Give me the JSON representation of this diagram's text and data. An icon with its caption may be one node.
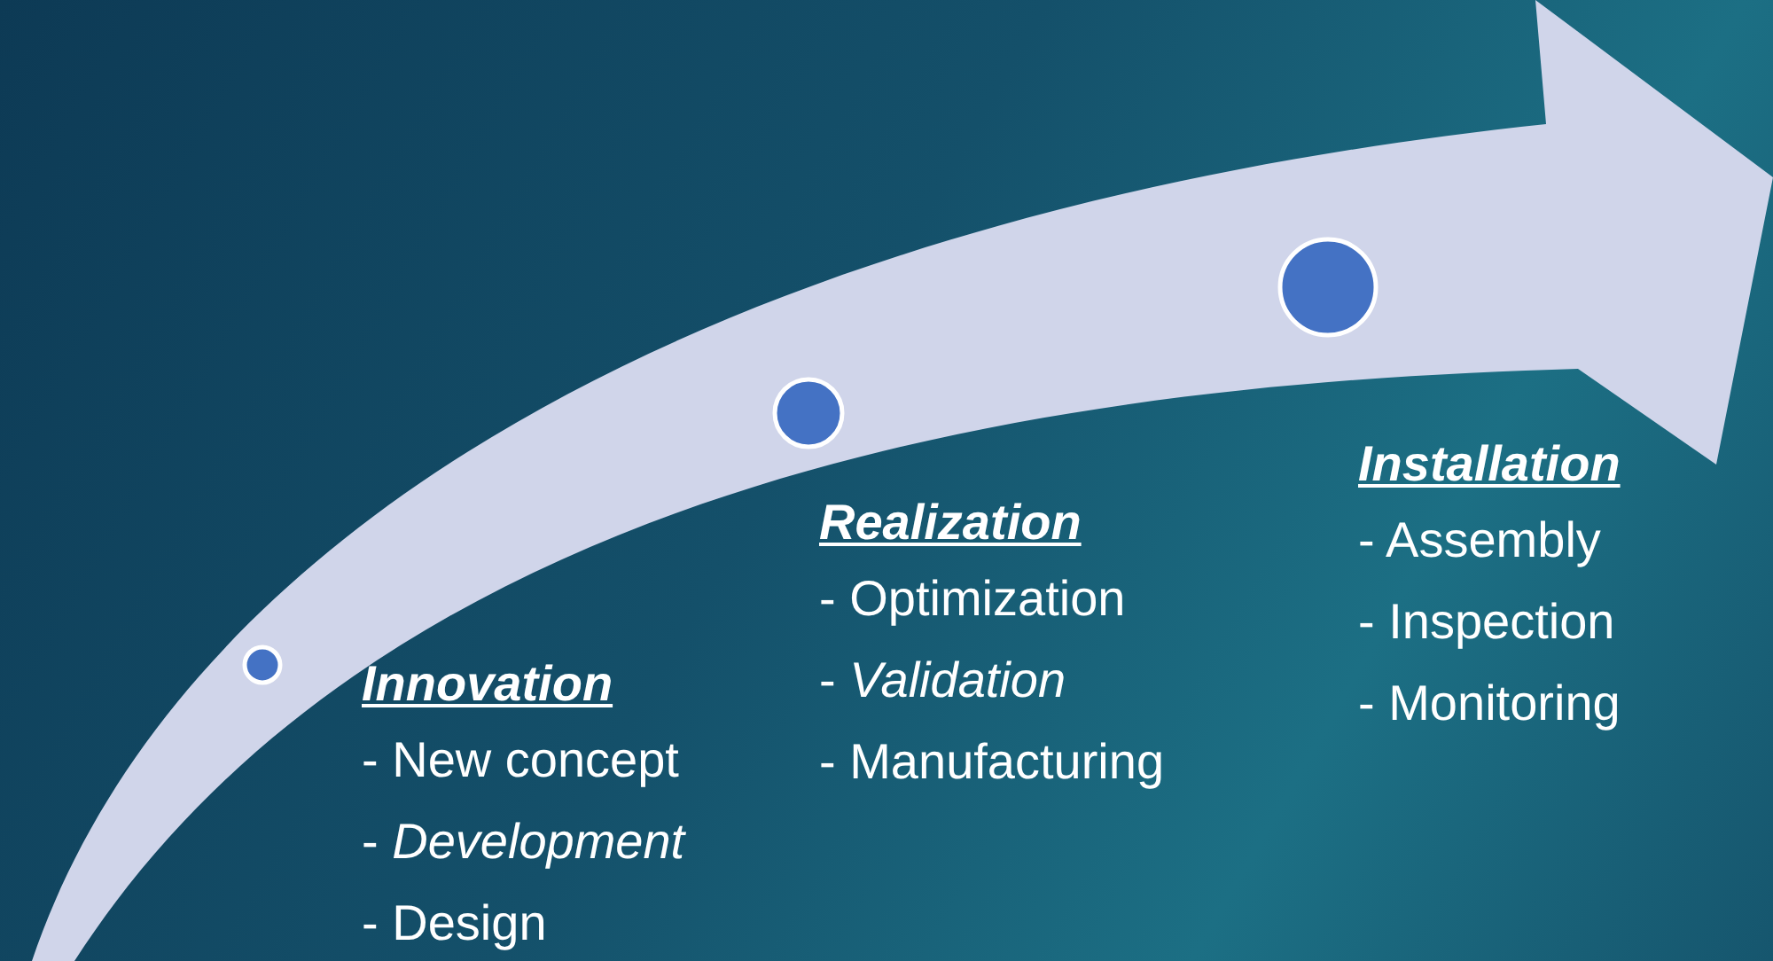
{
  "diagram": {
    "nodes": [
      {
        "text": [
          "Innovation",
          "- New concept",
          "- *Development*",
          "- Design"
        ]
      },
      {
        "text": [
          "Realization",
          "- Optimization",
          "- *Validation*",
          "- Manufacturing"
        ]
      },
      {
        "text": [
          "Installation",
          "- Assembly",
          "- Inspection",
          "- Monitoring"
        ]
      }
    ]
  }
}
